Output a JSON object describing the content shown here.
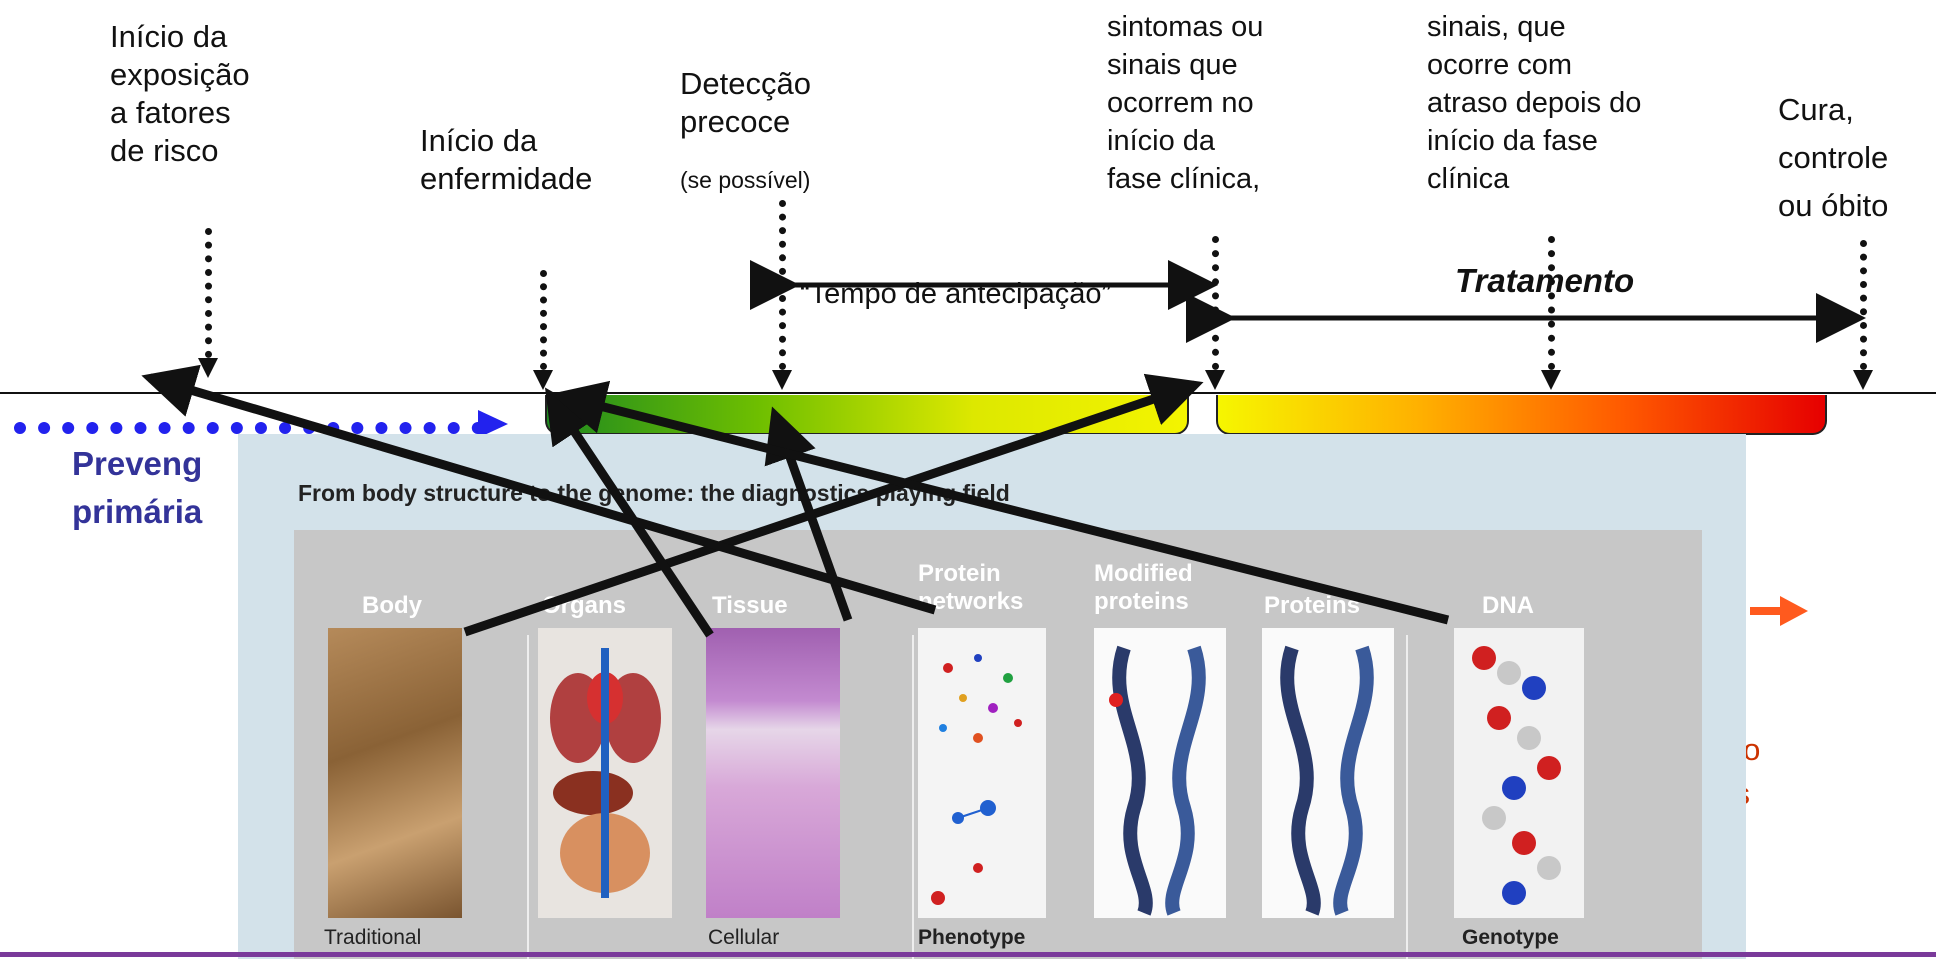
{
  "labels": {
    "exposicao": "Início da\nexposição\na fatores\nde risco",
    "inicio_enfermidade": "Início da\nenfermidade",
    "deteccao": "Detecção\nprecoce",
    "deteccao_sub": "(se possível)",
    "sintomas": "sintomas ou\nsinais  que\nocorrem no\ninício da\nfase clínica,",
    "sinais_atraso": "sinais, que\nocorre com\natraso depois do\ninício da fase\nclínica",
    "cura": "Cura,\ncontrole\nou óbito"
  },
  "tempo_antecipacao": "“Tempo de antecipação”",
  "tratamento": "Tratamento",
  "prevencao": "Preveng\nprimária",
  "right_partial": "ento\ndos\nida\ndo",
  "inset": {
    "title": "From body structure to the genome: the diagnostics playing field",
    "columns": [
      {
        "header": "Body",
        "footer": "Traditional"
      },
      {
        "header": "Organs",
        "footer": ""
      },
      {
        "header": "Tissue",
        "footer": "Cellular"
      },
      {
        "header": "Protein\nnetworks",
        "footer": "Phenotype"
      },
      {
        "header": "Modified\nproteins",
        "footer": ""
      },
      {
        "header": "Proteins",
        "footer": ""
      },
      {
        "header": "DNA",
        "footer": "Genotype"
      }
    ]
  },
  "colors": {
    "prevention_blue": "#2222ee",
    "prevention_text": "#333399",
    "right_text": "#cc3300"
  }
}
